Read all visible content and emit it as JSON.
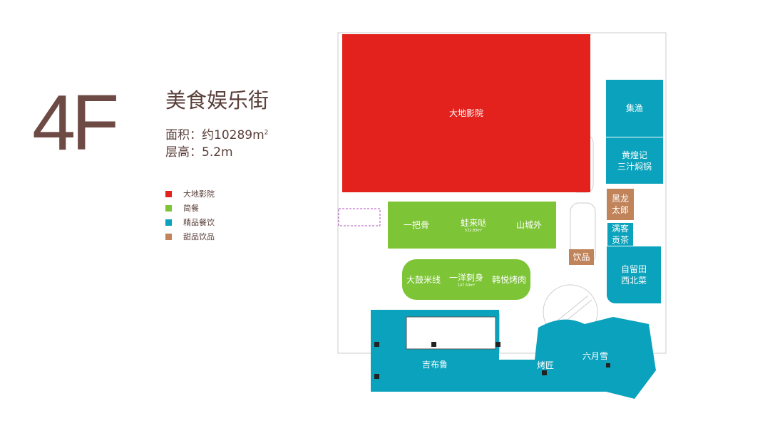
{
  "header": {
    "floor": "4F",
    "title": "美食娱乐街",
    "area": "面积：约10289m",
    "area_sup": "2",
    "height": "层高：5.2m"
  },
  "colors": {
    "cinema": "#e3211d",
    "quick_meal": "#7dc436",
    "fine_dining": "#0aa2bc",
    "dessert": "#c0835a",
    "text": "#5a3f3a"
  },
  "legend": [
    {
      "label": "大地影院",
      "color": "#e3211d"
    },
    {
      "label": "简餐",
      "color": "#7dc436"
    },
    {
      "label": "精品餐饮",
      "color": "#0aa2bc"
    },
    {
      "label": "甜品饮品",
      "color": "#c0835a"
    }
  ],
  "zones": {
    "cinema": "大地影院",
    "jiyu": "集渔",
    "huang1": "黄煌记",
    "huang2": "三汁焖锅",
    "heilong1": "黑龙",
    "heilong2": "太郎",
    "manke1": "满客",
    "manke2": "贡茶",
    "ziliu1": "自留田",
    "ziliu2": "西北菜",
    "yinpin": "饮品",
    "yibagu": "一把骨",
    "walai": "蛙来哒",
    "walai_area": "532.83m²",
    "shancheng": "山城外",
    "dagu": "大鼓米线",
    "yiyang": "一洋刺身",
    "yiyang_area": "147.50m²",
    "hanyue": "韩悦烤肉",
    "jibulu": "吉布鲁",
    "kaojiang": "烤匠",
    "liuyue": "六月雪"
  }
}
